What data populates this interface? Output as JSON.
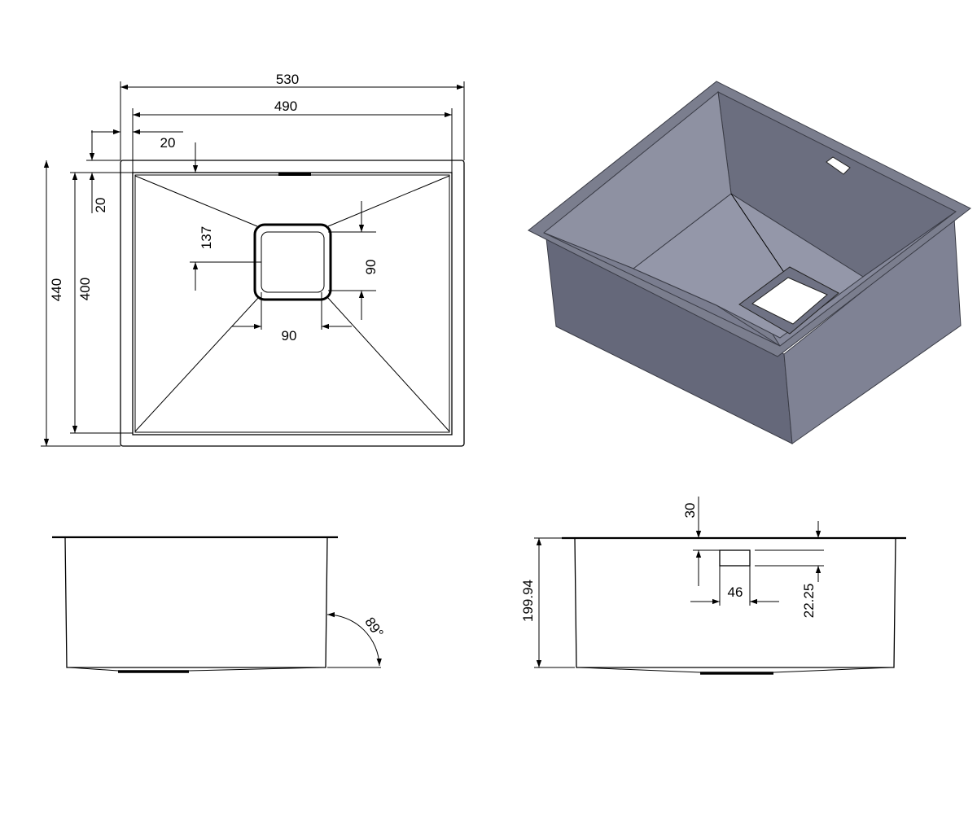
{
  "views": {
    "top": {
      "outer_width": "530",
      "inner_width": "490",
      "rim_left": "20",
      "rim_top": "20",
      "outer_depth": "440",
      "inner_depth": "400",
      "drain_offset": "137",
      "drain_height": "90",
      "drain_width": "90"
    },
    "front": {
      "wall_angle": "89°"
    },
    "side": {
      "total_height": "199.94",
      "overflow_top": "30",
      "overflow_width": "46",
      "overflow_height": "22.25"
    }
  },
  "colors": {
    "line": "#000000",
    "iso_rim": "#7b7e8e",
    "iso_wall_dark": "#5f6272",
    "iso_wall_mid": "#7c7f8f",
    "iso_floor": "#9497a9",
    "iso_drain": "#ffffff"
  }
}
